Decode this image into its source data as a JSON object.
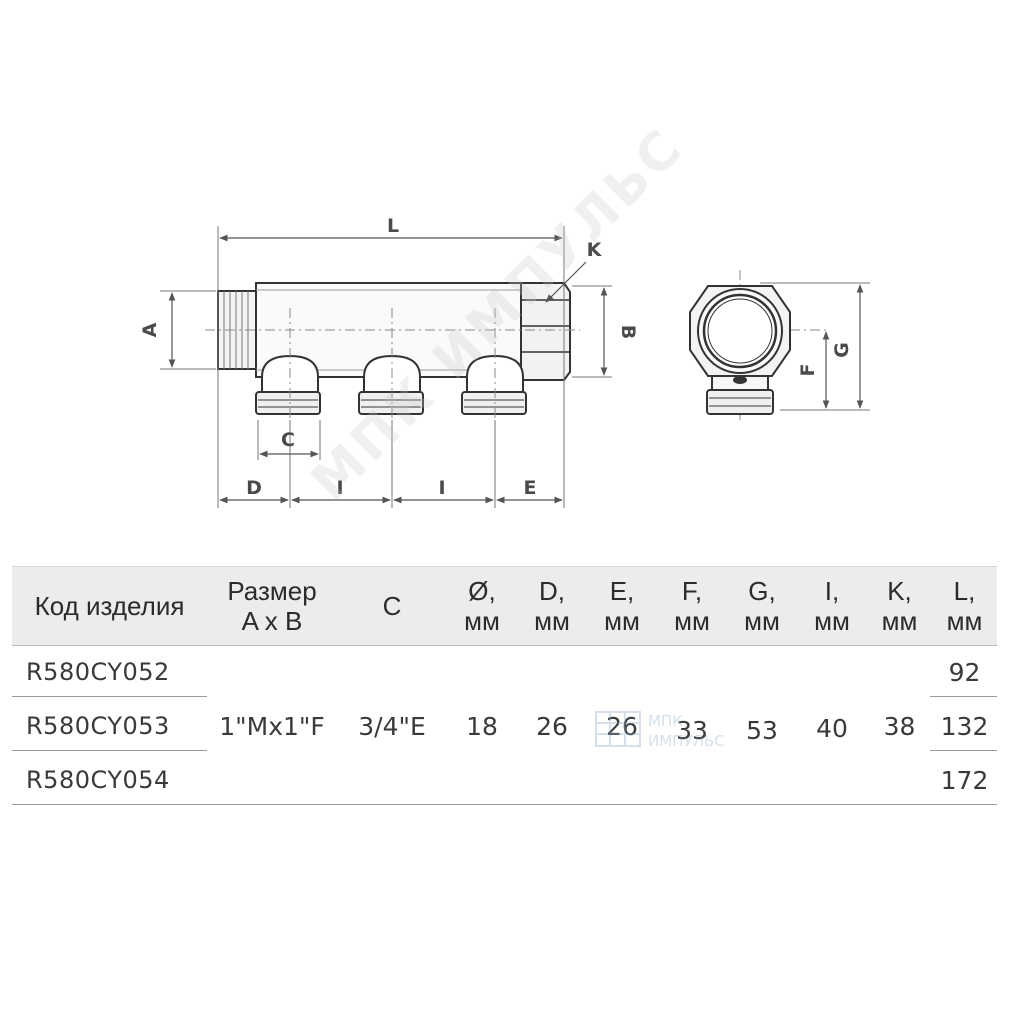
{
  "diagram": {
    "labels": {
      "L": "L",
      "K": "K",
      "A": "A",
      "B": "B",
      "C": "C",
      "D": "D",
      "I1": "I",
      "I2": "I",
      "E": "E",
      "F": "F",
      "G": "G"
    }
  },
  "watermark": {
    "diagonal": "МПК ИМПУЛЬС",
    "logo_line1": "МПК",
    "logo_line2": "ИМПУЛЬС"
  },
  "table": {
    "headers": [
      {
        "l1": "Код изделия",
        "l2": ""
      },
      {
        "l1": "Размер",
        "l2": "A x B"
      },
      {
        "l1": "C",
        "l2": ""
      },
      {
        "l1": "Ø,",
        "l2": "мм"
      },
      {
        "l1": "D,",
        "l2": "мм"
      },
      {
        "l1": "E,",
        "l2": "мм"
      },
      {
        "l1": "F,",
        "l2": "мм"
      },
      {
        "l1": "G,",
        "l2": "мм"
      },
      {
        "l1": "I,",
        "l2": "мм"
      },
      {
        "l1": "K,",
        "l2": "мм"
      },
      {
        "l1": "L,",
        "l2": "мм"
      }
    ],
    "codes": [
      "R580CY052",
      "R580CY053",
      "R580CY054"
    ],
    "lengths": [
      "92",
      "132",
      "172"
    ],
    "shared": {
      "size": "1\"Mx1\"F",
      "c": "3/4\"E",
      "diameter": "18",
      "d": "26",
      "e": "26",
      "f": "33",
      "g": "53",
      "i": "40",
      "k": "38"
    }
  }
}
